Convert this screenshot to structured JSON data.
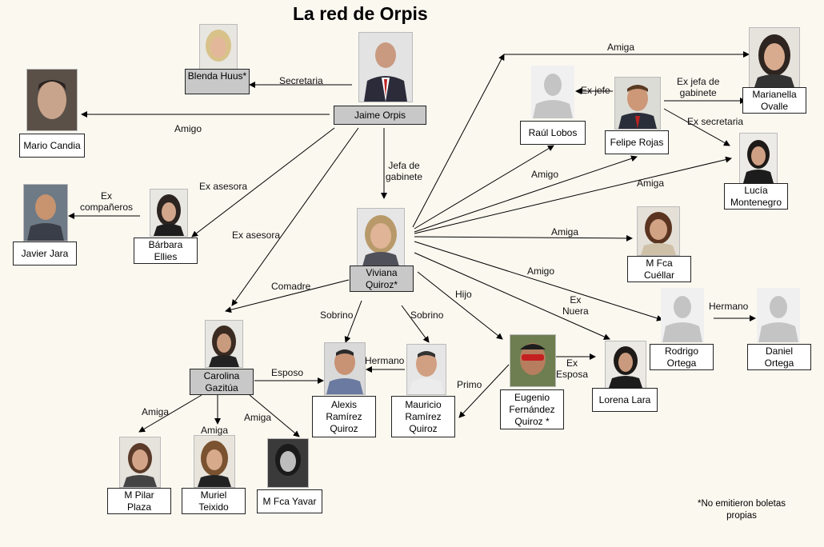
{
  "title": "La red de Orpis",
  "footnote": "*No emitieron boletas propias",
  "colors": {
    "background": "#fbf8f0",
    "highlight_box": "#c8c8c8",
    "box": "#ffffff",
    "line": "#000000"
  },
  "nodes": {
    "jaime": "Jaime Orpis",
    "blenda": "Blenda Huus*",
    "mario": "Mario Candia",
    "javier": "Javier Jara",
    "barbara": "Bárbara\nEllies",
    "viviana": "Viviana\nQuiroz*",
    "carolina": "Carolina\nGazitúa",
    "alexis": "Alexis\nRamírez\nQuiroz",
    "mauricio": "Mauricio\nRamírez\nQuiroz",
    "eugenio": "Eugenio\nFernández\nQuiroz *",
    "lorena": "Lorena Lara",
    "raul": "Raúl Lobos",
    "felipe": "Felipe Rojas",
    "marianella": "Marianella\nOvalle",
    "lucia": "Lucía\nMontenegro",
    "mfca_cuellar": "M Fca\nCuéllar",
    "rodrigo": "Rodrigo\nOrtega",
    "daniel": "Daniel\nOrtega",
    "pilar": "M Pilar\nPlaza",
    "muriel": "Muriel\nTeixido",
    "mfca_yavar": "M Fca Yavar"
  },
  "relations": {
    "secretaria": "Secretaria",
    "amigo_mario": "Amigo",
    "ex_companeros": "Ex\ncompañeros",
    "ex_asesora_1": "Ex asesora",
    "ex_asesora_2": "Ex asesora",
    "jefa_gabinete": "Jefa de\ngabinete",
    "comadre": "Comadre",
    "sobrino_1": "Sobrino",
    "sobrino_2": "Sobrino",
    "hermano_1": "Hermano",
    "hijo": "Hijo",
    "primo": "Primo",
    "ex_esposa": "Ex\nEsposa",
    "ex_nuera": "Ex\nNuera",
    "amigo_rodrigo": "Amigo",
    "hermano_2": "Hermano",
    "amiga_cuellar": "Amiga",
    "amigo_raul": "Amigo",
    "amiga_lucia": "Amiga",
    "amiga_marianella": "Amiga",
    "ex_jefe": "Ex jefe",
    "ex_jefa_gabinete": "Ex jefa de\ngabinete",
    "ex_secretaria": "Ex secretaria",
    "esposo": "Esposo",
    "amiga_pilar": "Amiga",
    "amiga_muriel": "Amiga",
    "amiga_yavar": "Amiga"
  }
}
